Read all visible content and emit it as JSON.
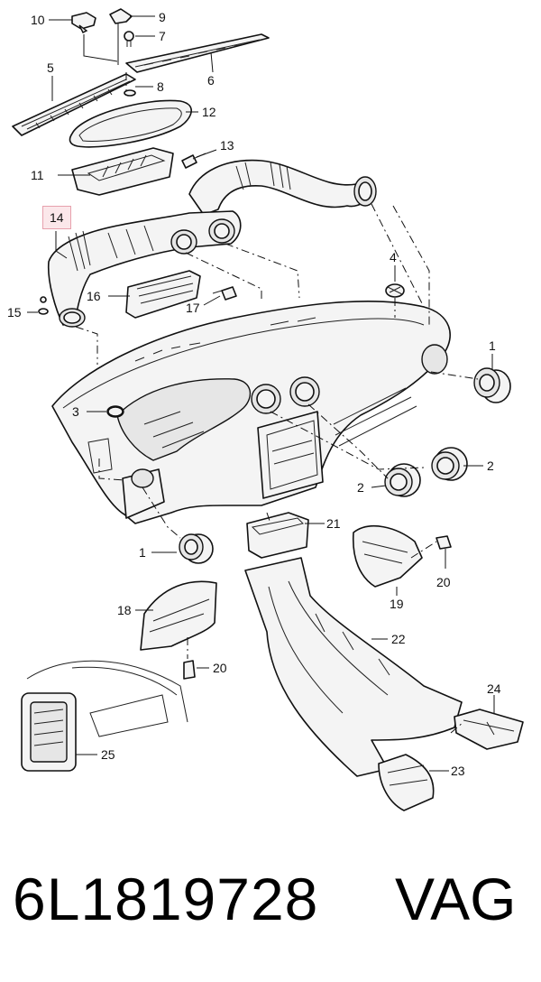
{
  "diagram": {
    "callouts": [
      {
        "id": "10",
        "label": "10"
      },
      {
        "id": "9",
        "label": "9"
      },
      {
        "id": "7",
        "label": "7"
      },
      {
        "id": "5",
        "label": "5"
      },
      {
        "id": "6",
        "label": "6"
      },
      {
        "id": "8",
        "label": "8"
      },
      {
        "id": "12",
        "label": "12"
      },
      {
        "id": "13",
        "label": "13"
      },
      {
        "id": "11",
        "label": "11"
      },
      {
        "id": "14",
        "label": "14"
      },
      {
        "id": "4",
        "label": "4"
      },
      {
        "id": "16",
        "label": "16"
      },
      {
        "id": "17",
        "label": "17"
      },
      {
        "id": "15",
        "label": "15"
      },
      {
        "id": "1a",
        "label": "1"
      },
      {
        "id": "3",
        "label": "3"
      },
      {
        "id": "2a",
        "label": "2"
      },
      {
        "id": "2b",
        "label": "2"
      },
      {
        "id": "21",
        "label": "21"
      },
      {
        "id": "1b",
        "label": "1"
      },
      {
        "id": "20a",
        "label": "20"
      },
      {
        "id": "19",
        "label": "19"
      },
      {
        "id": "18",
        "label": "18"
      },
      {
        "id": "22",
        "label": "22"
      },
      {
        "id": "20b",
        "label": "20"
      },
      {
        "id": "24",
        "label": "24"
      },
      {
        "id": "25",
        "label": "25"
      },
      {
        "id": "23",
        "label": "23"
      }
    ],
    "highlighted_callout": "14",
    "highlight_color": "#e7a1ad"
  },
  "footer": {
    "part_number": "6L1819728",
    "brand": "VAG"
  }
}
